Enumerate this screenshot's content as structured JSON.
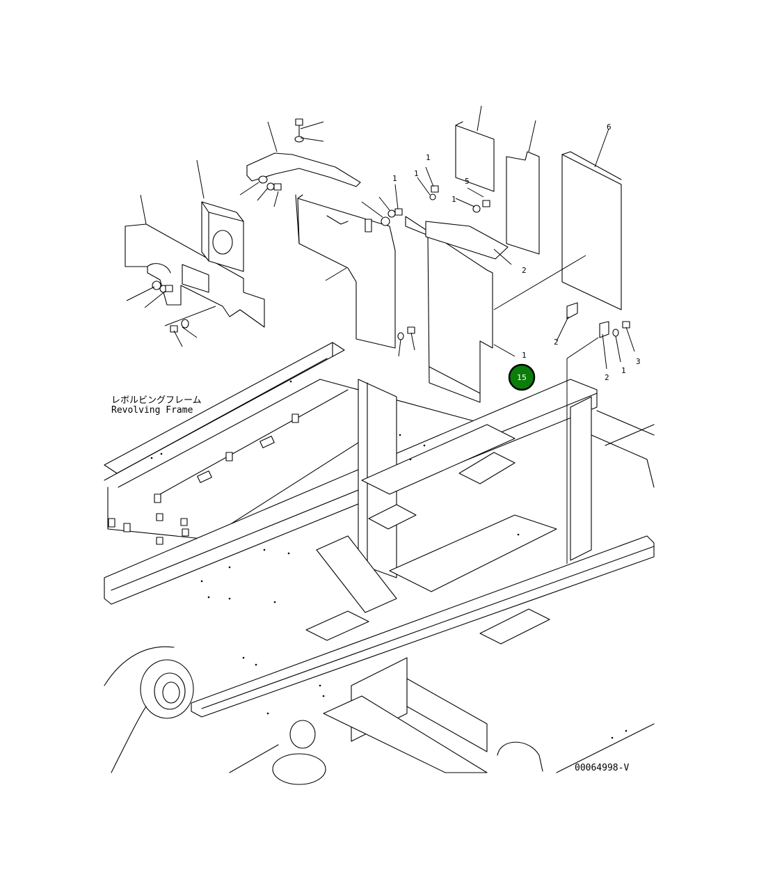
{
  "frame_label": {
    "jp": "レボルビングフレーム",
    "en": "Revolving Frame"
  },
  "drawing_id": "00064998-V",
  "marker": {
    "label": "15",
    "color": "#0a7d0a"
  },
  "part_numbers": {
    "n1": "1",
    "n2": "2",
    "n3": "3",
    "n5": "5",
    "n6": "6"
  }
}
